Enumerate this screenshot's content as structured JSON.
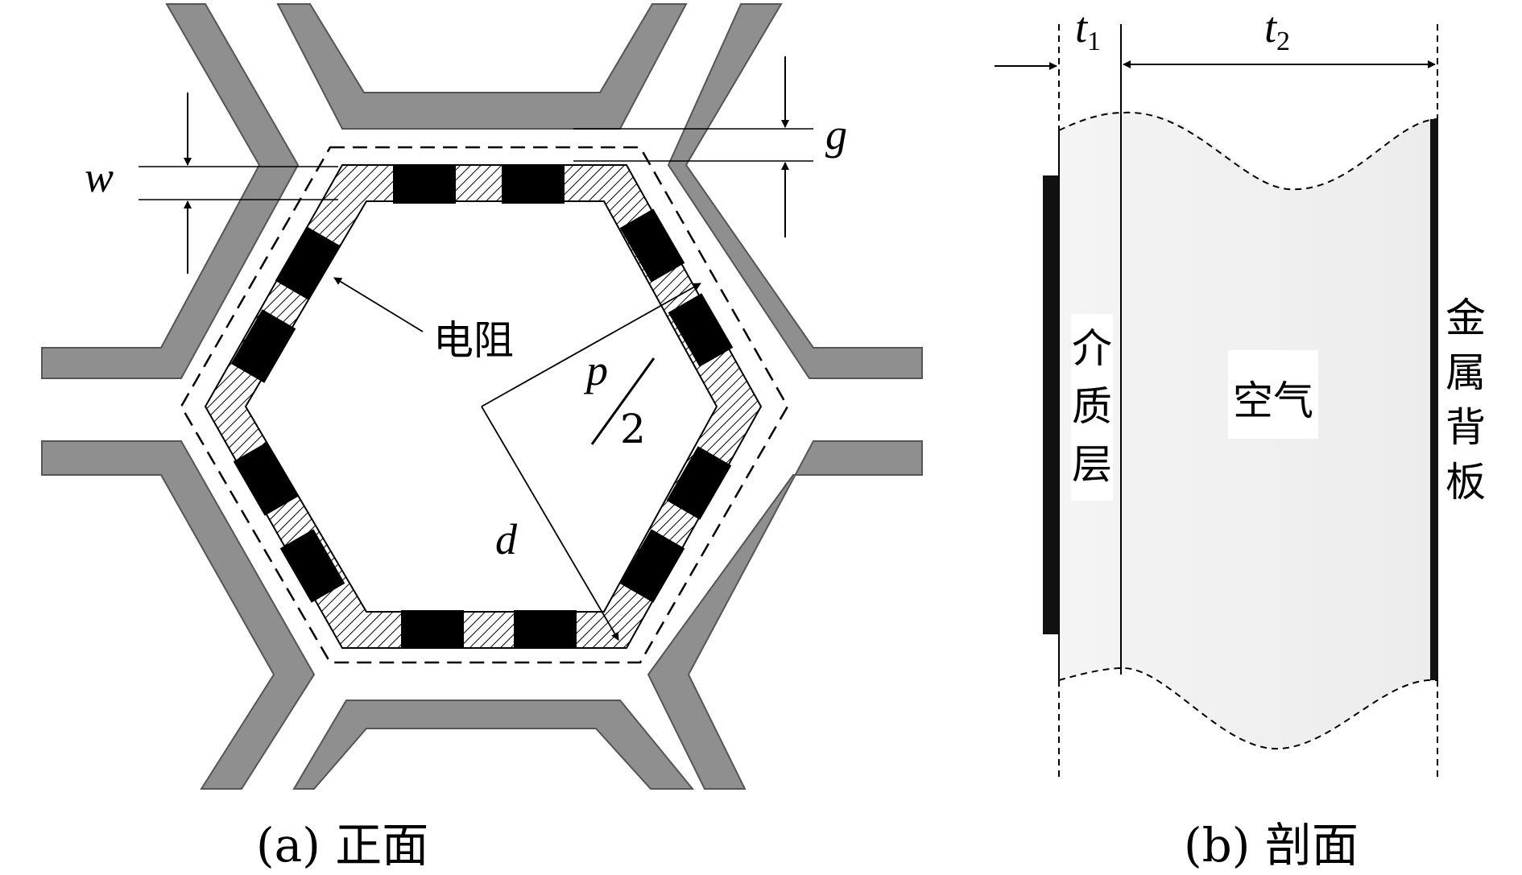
{
  "front_view": {
    "caption": "(a) 正面",
    "labels": {
      "w": "w",
      "g": "g",
      "resistor": "电阻",
      "p": "p",
      "two": "2",
      "d": "d"
    }
  },
  "section_view": {
    "caption": "(b) 剖面",
    "labels": {
      "t1_base": "t",
      "t1_sub": "1",
      "t2_base": "t",
      "t2_sub": "2",
      "dielectric": [
        "介",
        "质",
        "层"
      ],
      "air": "空气",
      "metal_backplate": [
        "金",
        "属",
        "背",
        "板"
      ]
    }
  },
  "colors": {
    "grid_fill": "#8f8f8f",
    "resistor_fill": "#000000",
    "section_fill": "#f0f0f0",
    "background": "#ffffff"
  }
}
